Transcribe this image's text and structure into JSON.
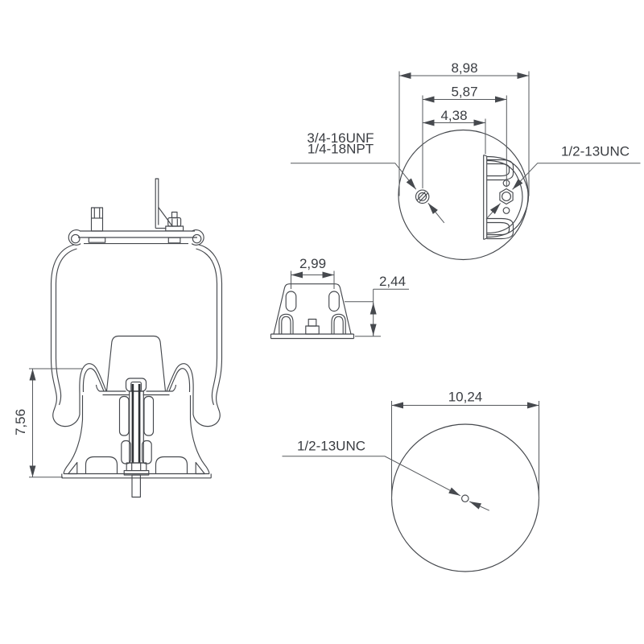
{
  "side_view": {
    "height_dim": "7,56"
  },
  "top_view": {
    "overall_width_dim": "8,98",
    "stud_spacing_dim": "5,87",
    "port_offset_dim": "4,38",
    "port_label_line1": "3/4-16UNF",
    "port_label_line2": "1/4-18NPT",
    "stud_label": "1/2-13UNC"
  },
  "bracket_view": {
    "slot_spacing_dim": "2,99",
    "height_dim": "2,44"
  },
  "bottom_view": {
    "diameter_dim": "10,24",
    "stud_label": "1/2-13UNC"
  },
  "colors": {
    "line": "#45484d",
    "dim": "#55585c",
    "text": "#3a3d42",
    "background": "#ffffff"
  }
}
